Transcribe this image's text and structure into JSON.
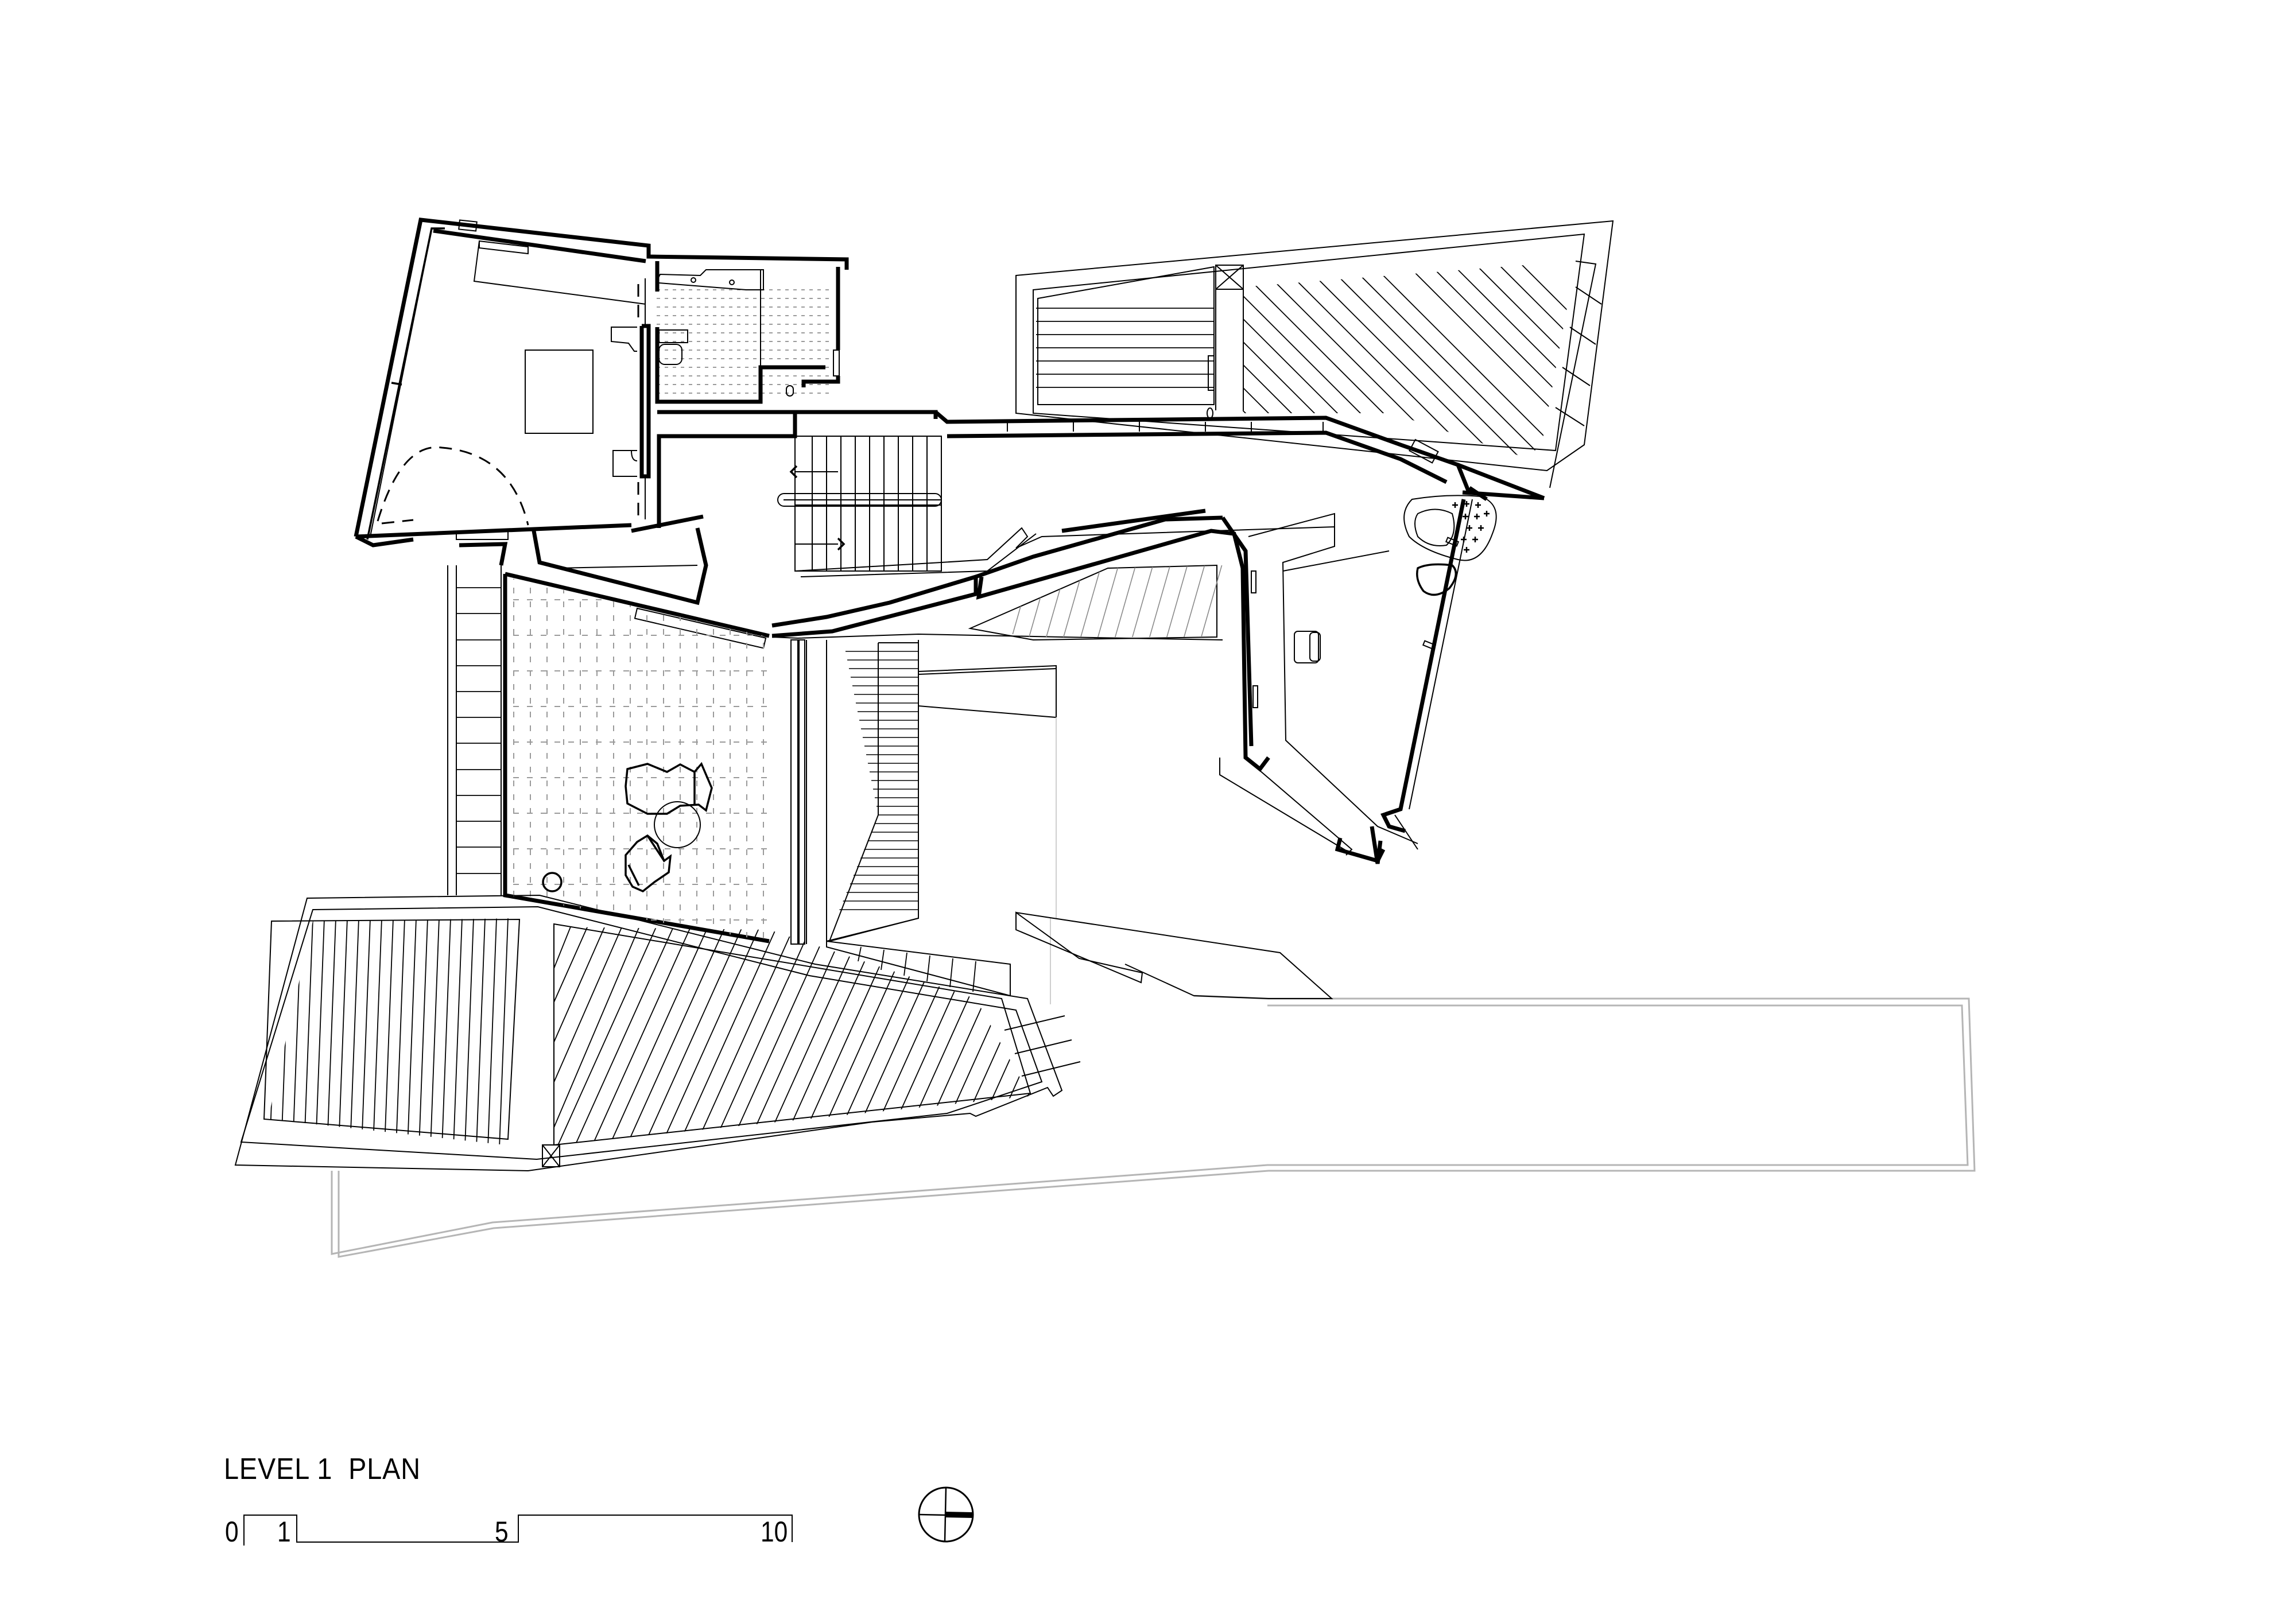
{
  "drawing": {
    "title": "LEVEL 1  PLAN",
    "type": "architectural floor plan",
    "line_color": "#000000",
    "background": "#ffffff"
  },
  "scale_bar": {
    "labels": [
      "0",
      "1",
      "5",
      "10"
    ],
    "units": "m"
  },
  "north_arrow": {
    "icon": "north-arrow-circle-icon",
    "pointer_direction": "east"
  },
  "rooms": [
    {
      "id": "bedroom",
      "furniture": [
        "bed",
        "wardrobe",
        "bedside-tables",
        "door-swing-arc"
      ]
    },
    {
      "id": "ensuite",
      "furniture": [
        "vanity-double-basin",
        "toilet",
        "shower"
      ],
      "floor": "tiled"
    },
    {
      "id": "stair",
      "arrows": [
        "up-left",
        "down-right"
      ]
    },
    {
      "id": "living-terrace",
      "furniture": [
        "lounge-chair",
        "armchair",
        "round-side-table",
        "small-round-table"
      ],
      "floor": "paved-grid"
    },
    {
      "id": "study-deck",
      "furniture": [
        "desk-chair",
        "sculptural-seats"
      ]
    },
    {
      "id": "roof-deck-north",
      "finish": "timber-boards"
    },
    {
      "id": "roof-deck-south",
      "finish": "timber-boards"
    },
    {
      "id": "driveway"
    }
  ]
}
